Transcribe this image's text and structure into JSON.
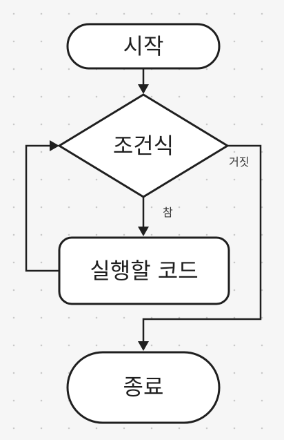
{
  "nodes": {
    "start": {
      "label": "시작"
    },
    "condition": {
      "label": "조건식"
    },
    "process": {
      "label": "실행할 코드"
    },
    "end": {
      "label": "종료"
    }
  },
  "edges": {
    "true_label": "참",
    "false_label": "거짓"
  },
  "colors": {
    "background": "#f6f6f6",
    "stroke": "#1f1f1f",
    "fill": "#ffffff",
    "grid_dot": "#c9c9c9"
  }
}
